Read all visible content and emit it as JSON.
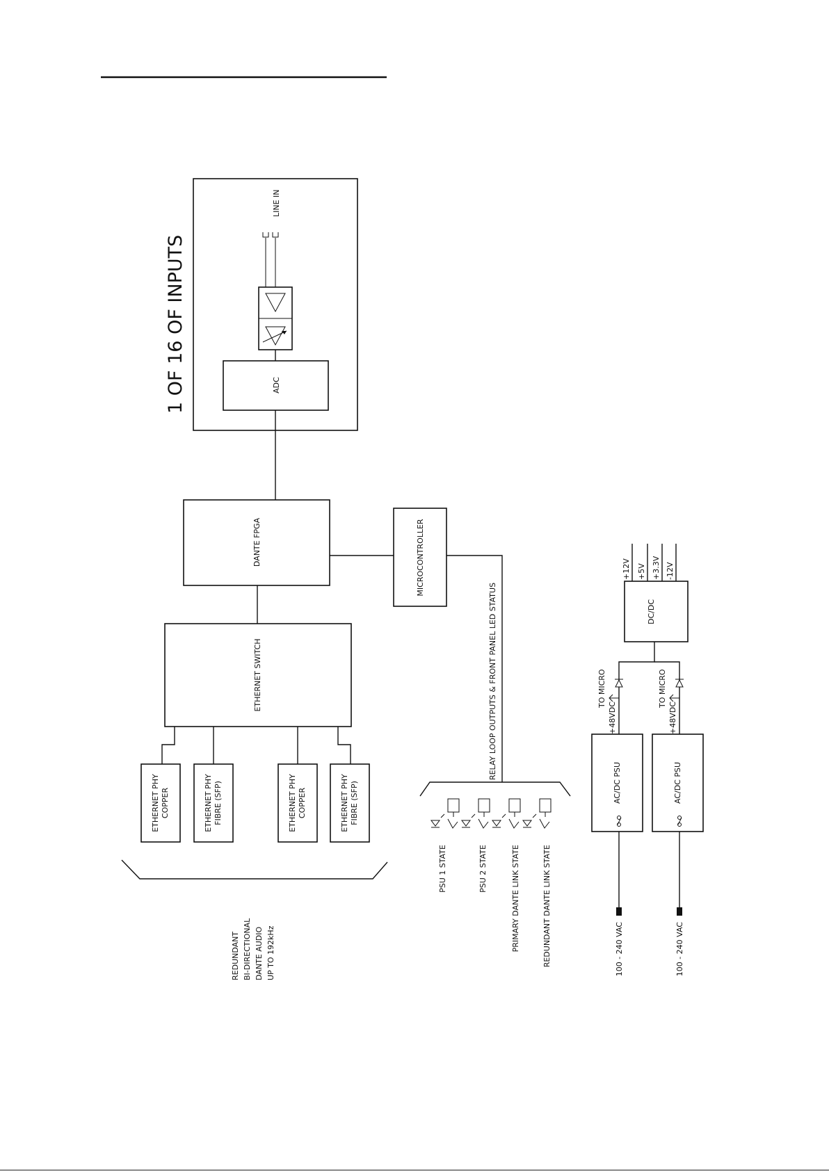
{
  "diagram": {
    "title": "1 OF 16 OF INPUTS",
    "line_in": "LINE IN",
    "adc": "ADC",
    "dante_fpga": "DANTE FPGA",
    "ethernet_switch": "ETHERNET SWITCH",
    "microcontroller": "MICROCONTROLLER",
    "relay_label": "RELAY LOOP OUTPUTS & FRONT PANEL LED STATUS",
    "phy": [
      {
        "line1": "ETHERNET PHY",
        "line2": "COPPER"
      },
      {
        "line1": "ETHERNET PHY",
        "line2": "FIBRE (SFP)"
      },
      {
        "line1": "ETHERNET PHY",
        "line2": "COPPER"
      },
      {
        "line1": "ETHERNET PHY",
        "line2": "FIBRE (SFP)"
      }
    ],
    "audio_note": [
      "REDUNDANT",
      "BI-DIRECTIONAL",
      "DANTE AUDIO",
      "UP TO 192kHz"
    ],
    "relay_states": [
      "PSU 1 STATE",
      "PSU 2 STATE",
      "PRIMARY DANTE LINK STATE",
      "REDUNDANT DANTE LINK STATE"
    ],
    "dcdc": "DC/DC",
    "rails": [
      "+12V",
      "+5V",
      "+3.3V",
      "-12V"
    ],
    "psu": [
      {
        "label": "AC/DC PSU",
        "out": "+48VDC",
        "micro": "TO MICRO",
        "mains": "100 - 240 VAC"
      },
      {
        "label": "AC/DC PSU",
        "out": "+48VDC",
        "micro": "TO MICRO",
        "mains": "100 - 240 VAC"
      }
    ]
  }
}
